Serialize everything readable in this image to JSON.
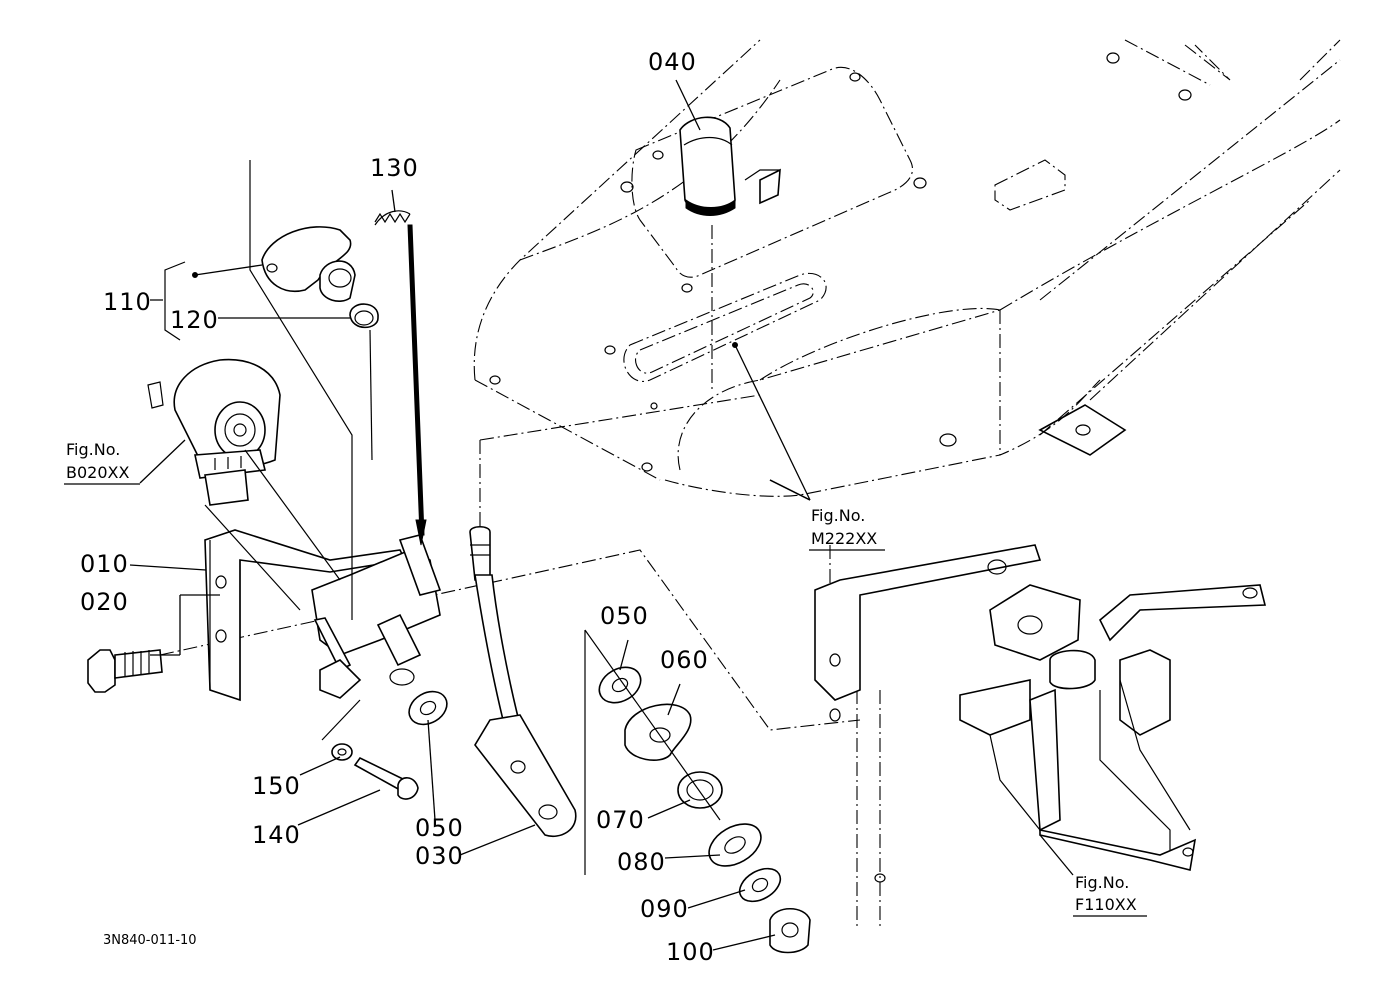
{
  "diagram": {
    "drawing_number": "3N840-011-10",
    "callouts": [
      {
        "key": "c040",
        "label": "040"
      },
      {
        "key": "c130",
        "label": "130"
      },
      {
        "key": "c110",
        "label": "110"
      },
      {
        "key": "c120",
        "label": "120"
      },
      {
        "key": "c010",
        "label": "010"
      },
      {
        "key": "c020",
        "label": "020"
      },
      {
        "key": "c050a",
        "label": "050"
      },
      {
        "key": "c060",
        "label": "060"
      },
      {
        "key": "c070",
        "label": "070"
      },
      {
        "key": "c080",
        "label": "080"
      },
      {
        "key": "c090",
        "label": "090"
      },
      {
        "key": "c100",
        "label": "100"
      },
      {
        "key": "c150",
        "label": "150"
      },
      {
        "key": "c140",
        "label": "140"
      },
      {
        "key": "c050b",
        "label": "050"
      },
      {
        "key": "c030",
        "label": "030"
      }
    ],
    "figure_refs": [
      {
        "key": "b020",
        "line1": "Fig.No.",
        "line2": "B020XX"
      },
      {
        "key": "m222",
        "line1": "Fig.No.",
        "line2": "M222XX"
      },
      {
        "key": "f110",
        "line1": "Fig.No.",
        "line2": "F110XX"
      }
    ]
  }
}
